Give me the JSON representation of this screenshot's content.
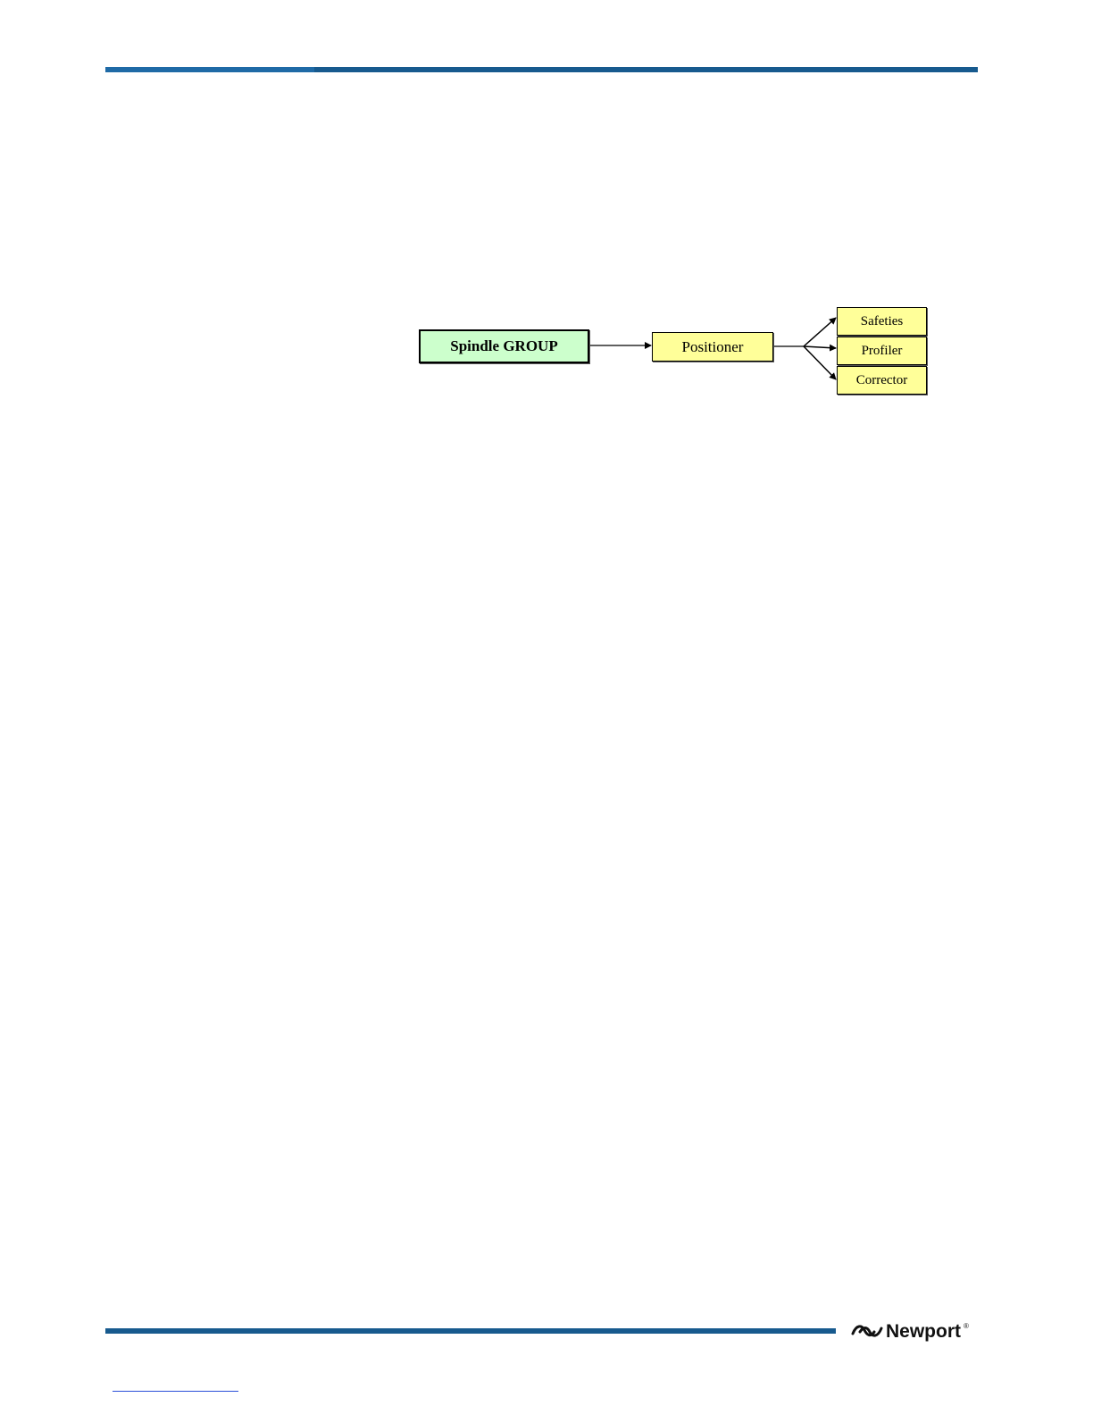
{
  "diagram": {
    "root": "Spindle GROUP",
    "child": "Positioner",
    "sub_nodes": [
      "Safeties",
      "Profiler",
      "Corrector"
    ],
    "colors": {
      "group_fill": "#ccffcc",
      "node_fill": "#ffff99",
      "rule_color": "#175a8e"
    }
  },
  "footer": {
    "brand": "Newport",
    "brand_mark": "®"
  }
}
